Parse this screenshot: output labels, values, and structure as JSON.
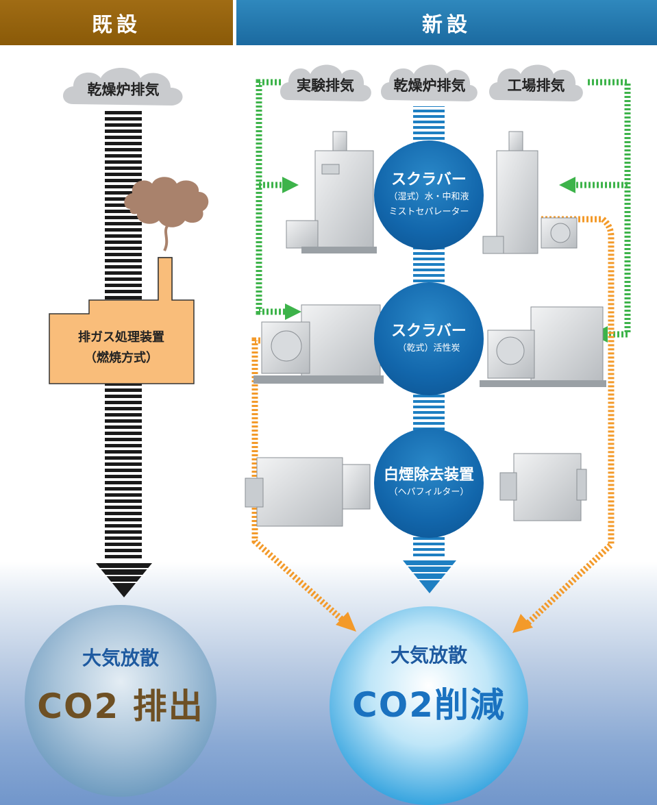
{
  "header": {
    "existing_label": "既設",
    "new_label": "新設"
  },
  "existing": {
    "exhaust_cloud": "乾燥炉排気",
    "device_line1": "排ガス処理装置",
    "device_line2": "（燃焼方式）",
    "result_line1": "大気放散",
    "result_line2": "CO2 排出"
  },
  "new": {
    "clouds": [
      "実験排気",
      "乾燥炉排気",
      "工場排気"
    ],
    "scrubber_wet": {
      "title": "スクラバー",
      "line1": "（湿式）水・中和液",
      "line2": "ミストセパレーター"
    },
    "scrubber_dry": {
      "title": "スクラバー",
      "line1": "（乾式）活性炭"
    },
    "white_smoke": {
      "title": "白煙除去装置",
      "line1": "（ヘパフィルター）"
    },
    "result_line1": "大気放散",
    "result_line2": "CO2削減"
  },
  "colors": {
    "existing_header": "#8a5a08",
    "new_header": "#1b6aa0",
    "circle_blue": "#1266ab",
    "green_arrow": "#3db34a",
    "orange_arrow": "#f39a2a",
    "factory_fill": "#f9bd7a",
    "smoke_fill": "#a9826c"
  }
}
